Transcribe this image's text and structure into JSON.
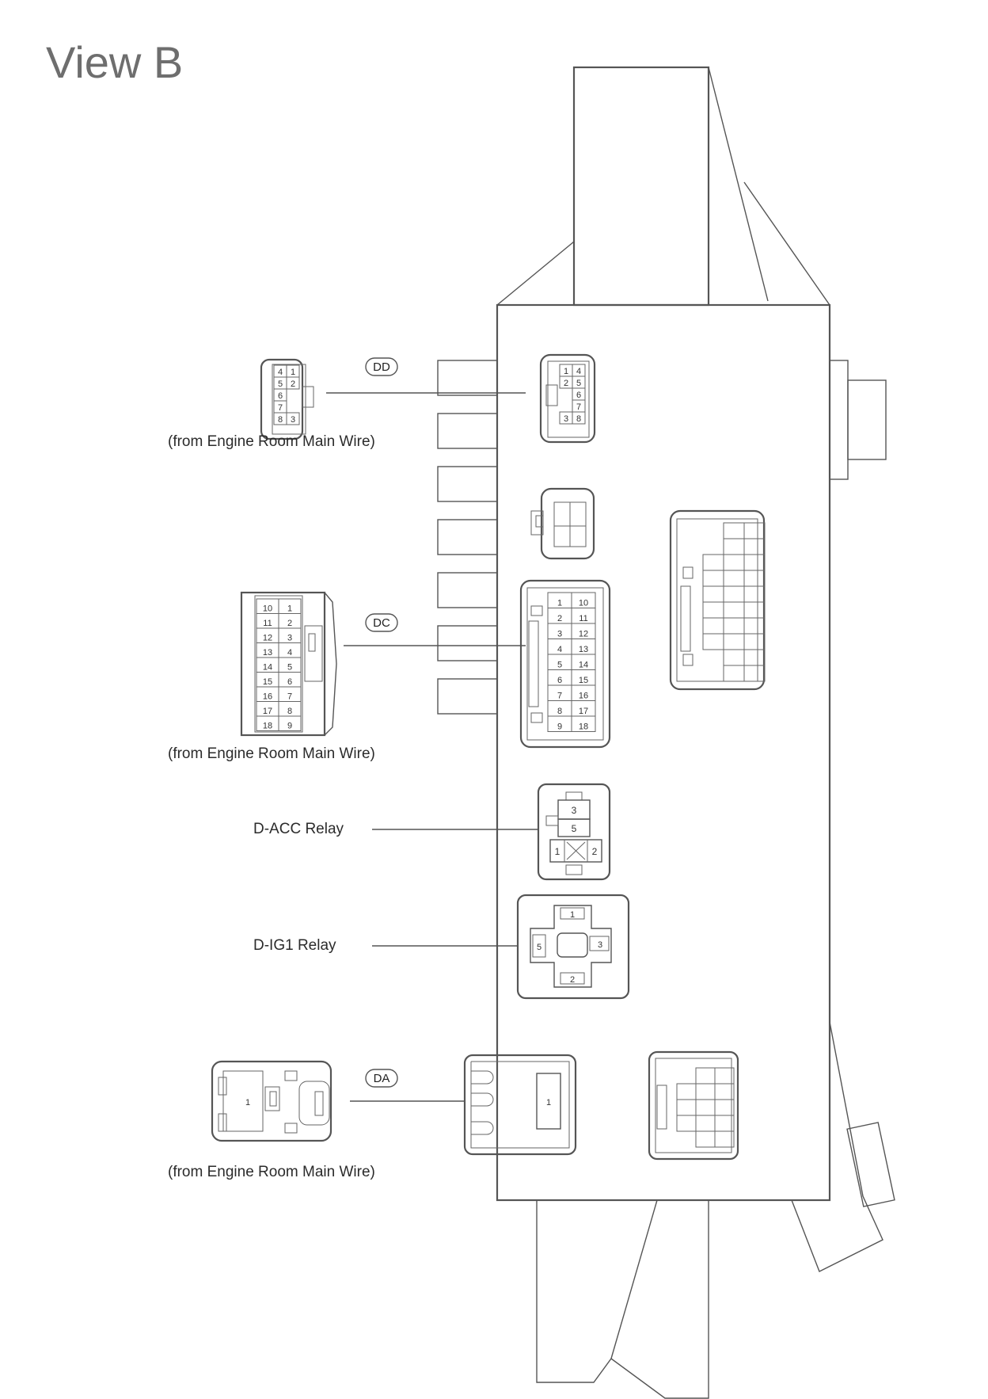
{
  "title": "View B",
  "connectors": {
    "dd": {
      "code": "DD",
      "caption": "(from Engine Room Main Wire)",
      "harness_pins_left": [
        "4",
        "5",
        "6",
        "7",
        "8"
      ],
      "harness_pins_right": [
        "1",
        "2",
        "",
        "",
        "3"
      ],
      "block_pins_left": [
        "1",
        "2",
        "",
        "",
        "3"
      ],
      "block_pins_right": [
        "4",
        "5",
        "6",
        "7",
        "8"
      ]
    },
    "dc": {
      "code": "DC",
      "caption": "(from Engine Room Main Wire)",
      "harness_pins_left": [
        "10",
        "11",
        "12",
        "13",
        "14",
        "15",
        "16",
        "17",
        "18"
      ],
      "harness_pins_right": [
        "1",
        "2",
        "3",
        "4",
        "5",
        "6",
        "7",
        "8",
        "9"
      ],
      "block_pins_left": [
        "1",
        "2",
        "3",
        "4",
        "5",
        "6",
        "7",
        "8",
        "9"
      ],
      "block_pins_right": [
        "10",
        "11",
        "12",
        "13",
        "14",
        "15",
        "16",
        "17",
        "18"
      ]
    },
    "da": {
      "code": "DA",
      "caption": "(from Engine Room Main Wire)",
      "harness_pin": "1",
      "block_pin": "1"
    }
  },
  "relays": {
    "d_acc": {
      "label": "D-ACC Relay",
      "pins": [
        "3",
        "5",
        "1",
        "2"
      ]
    },
    "d_ig1": {
      "label": "D-IG1 Relay",
      "pins": [
        "1",
        "5",
        "3",
        "2"
      ]
    }
  },
  "colors": {
    "line": "#555555",
    "text": "#2b2b2b",
    "title": "#6e6e6e"
  }
}
